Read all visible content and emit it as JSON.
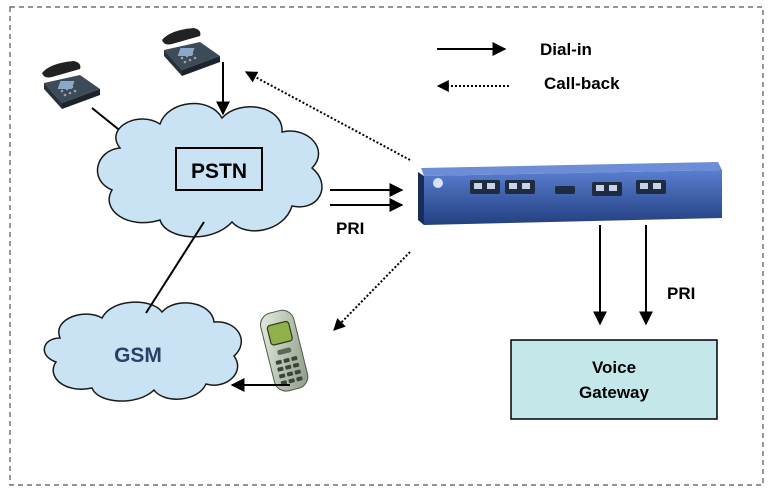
{
  "legend": {
    "dial_in_label": "Dial-in",
    "call_back_label": "Call-back"
  },
  "nodes": {
    "pstn_label": "PSTN",
    "gsm_label": "GSM",
    "voice_gateway_line1": "Voice",
    "voice_gateway_line2": "Gateway"
  },
  "links": {
    "pri_left_label": "PRI",
    "pri_right_label": "PRI"
  },
  "colors": {
    "cloud_fill": "#c9e3f5",
    "cloud_stroke": "#1a1a1a",
    "pstn_box_fill": "#c9e3f5",
    "gsm_text": "#2c3f66",
    "gateway_fill": "#c4e8ea",
    "device_body": "#2f4f99",
    "device_front": "#3b63b8",
    "border": "#555555"
  }
}
